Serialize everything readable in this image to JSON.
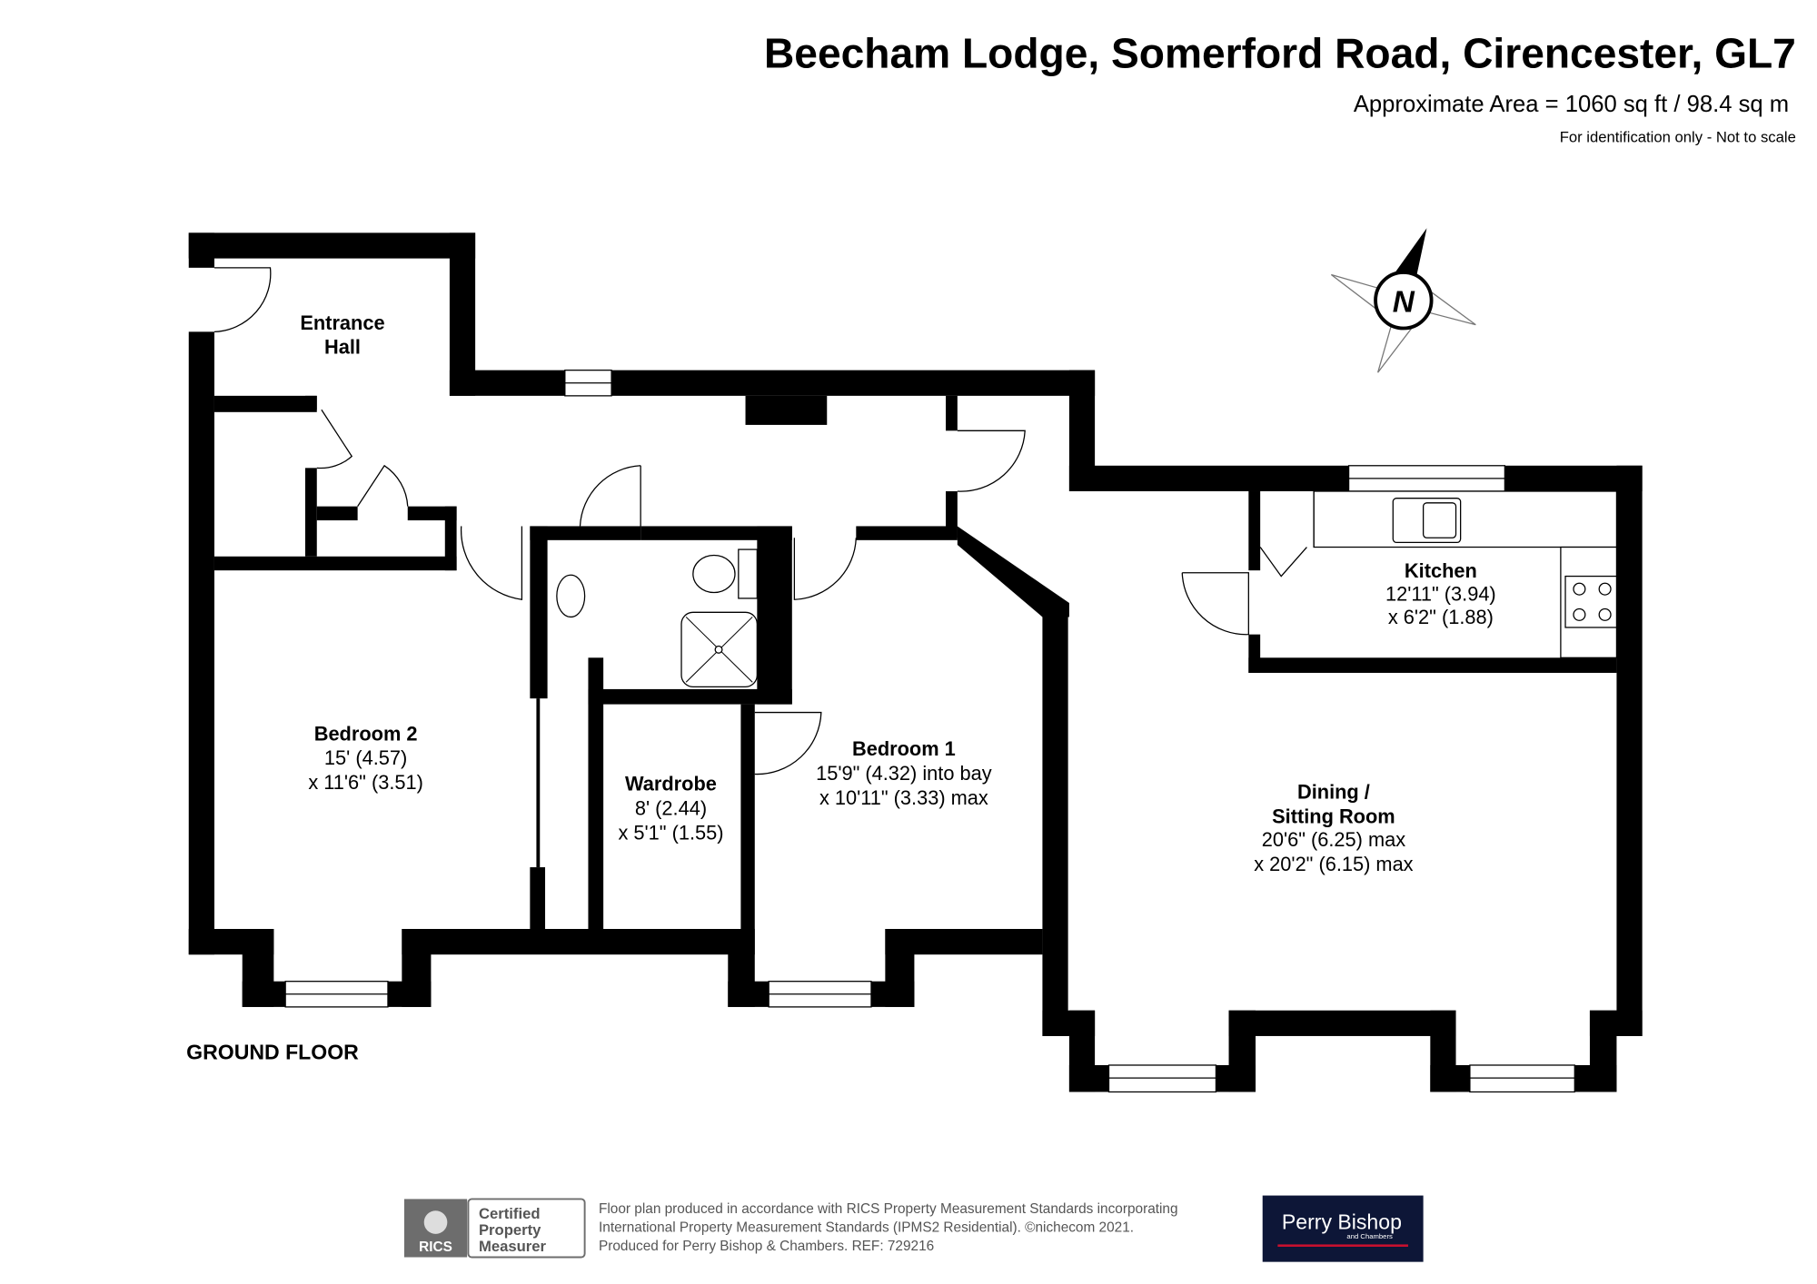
{
  "header": {
    "title": "Beecham Lodge, Somerford Road, Cirencester, GL7",
    "area": "Approximate Area = 1060 sq ft / 98.4 sq m",
    "disclaimer": "For identification only - Not to scale"
  },
  "compass": {
    "label": "N",
    "icon": "compass-rose-icon"
  },
  "floor_label": "GROUND FLOOR",
  "rooms": {
    "entrance_hall": {
      "name_line1": "Entrance",
      "name_line2": "Hall"
    },
    "bedroom2": {
      "name": "Bedroom 2",
      "dim1": "15' (4.57)",
      "dim2": "x 11'6\" (3.51)"
    },
    "wardrobe": {
      "name": "Wardrobe",
      "dim1": "8' (2.44)",
      "dim2": "x 5'1\" (1.55)"
    },
    "bedroom1": {
      "name": "Bedroom 1",
      "dim1": "15'9\" (4.32) into bay",
      "dim2": "x 10'11\" (3.33) max"
    },
    "kitchen": {
      "name": "Kitchen",
      "dim1": "12'11\" (3.94)",
      "dim2": "x 6'2\" (1.88)"
    },
    "dining": {
      "name_line1": "Dining /",
      "name_line2": "Sitting Room",
      "dim1": "20'6\" (6.25) max",
      "dim2": "x 20'2\" (6.15) max"
    }
  },
  "footer": {
    "rics_logo_text": "RICS",
    "certified_line1": "Certified",
    "certified_line2": "Property",
    "certified_line3": "Measurer",
    "note_line1": "Floor plan produced in accordance with RICS Property Measurement Standards incorporating",
    "note_line2": "International Property Measurement Standards (IPMS2 Residential).   ©nichecom 2021.",
    "note_line3": "Produced for Perry Bishop & Chambers.   REF:  729216",
    "brand_name": "Perry Bishop",
    "brand_sub": "and Chambers",
    "brand_bg": "#0d1637",
    "brand_accent": "#c8102e"
  }
}
